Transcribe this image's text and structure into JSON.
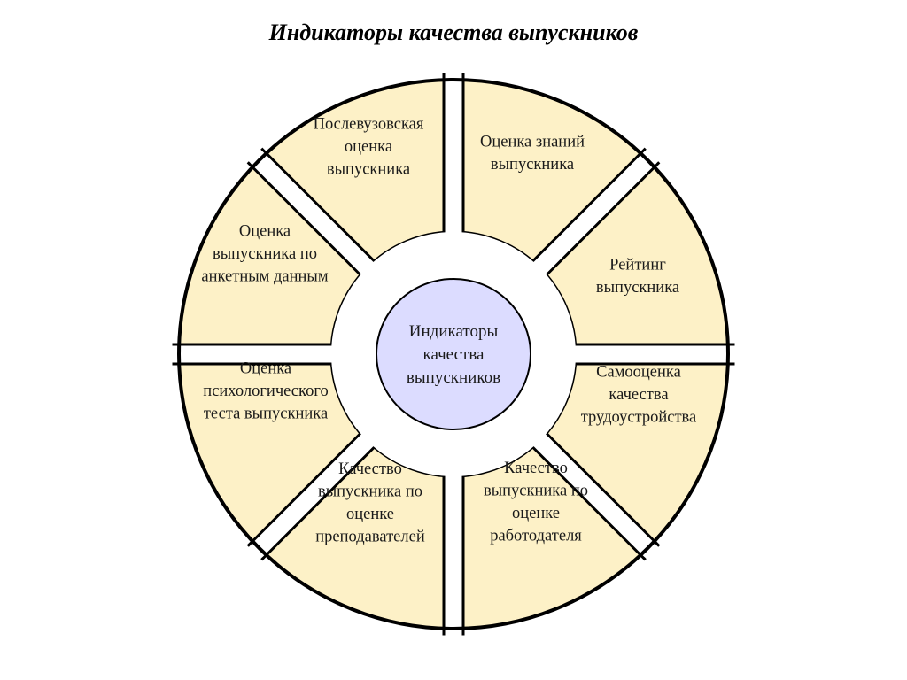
{
  "title": "Индикаторы качества выпускников",
  "center": {
    "lines": [
      "Индикаторы",
      "качества",
      "выпускников"
    ]
  },
  "segments": [
    {
      "id": "knowledge-assessment",
      "lines": [
        "Оценка знаний",
        "выпускника"
      ]
    },
    {
      "id": "graduate-rating",
      "lines": [
        "Рейтинг",
        "выпускника"
      ]
    },
    {
      "id": "employment-self-assessment",
      "lines": [
        "Самооценка",
        "качества",
        "трудоустройства"
      ]
    },
    {
      "id": "employer-assessment",
      "lines": [
        "Качество",
        "выпускника по",
        "оценке",
        "работодателя"
      ]
    },
    {
      "id": "teacher-assessment",
      "lines": [
        "Качество",
        "выпускника по",
        "оценке",
        "преподавателей"
      ]
    },
    {
      "id": "psych-test-assessment",
      "lines": [
        "Оценка",
        "психологического",
        "теста выпускника"
      ]
    },
    {
      "id": "survey-assessment",
      "lines": [
        "Оценка",
        "выпускника по",
        "анкетным данным"
      ]
    },
    {
      "id": "postgraduate-assessment",
      "lines": [
        "Послевузовская",
        "оценка",
        "выпускника"
      ]
    }
  ],
  "colors": {
    "segment_fill": "#fdf1c7",
    "center_fill": "#dcdcff",
    "outline": "#000000",
    "background": "#ffffff"
  }
}
